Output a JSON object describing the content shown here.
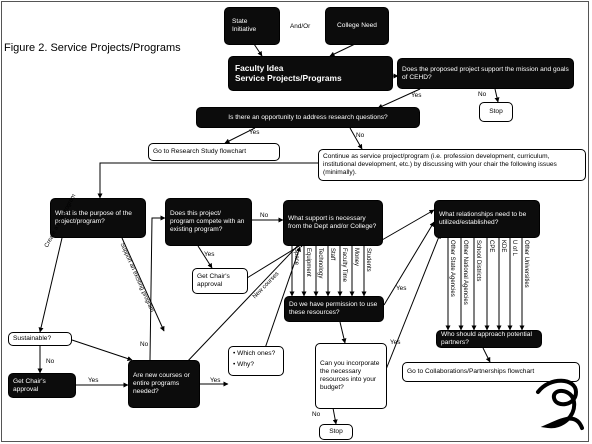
{
  "figure_caption": "Figure 2.  Service Projects/Programs",
  "boxes": {
    "state_initiative": "State Initiative",
    "and_or": "And/Or",
    "college_need": "College Need",
    "faculty_idea_1": "Faculty Idea",
    "faculty_idea_2": "Service Projects/Programs",
    "q_mission": "Does the proposed project  support the mission and goals of CEHD?",
    "stop_top": "Stop",
    "q_research": "Is there an opportunity to address research questions?",
    "research_flowchart": "Go to Research Study flowchart",
    "continue_service": "Continue as service project/program (i.e. profession development, curriculum, institutional development, etc.) by discussing with your chair the following issues (minimally).",
    "q_purpose": "What is the purpose of the project/program?",
    "q_compete": "Does this project/ program compete with an existing program?",
    "chairs_approval_1": "Get Chair's approval",
    "q_support": "What support is necessary from the Dept and/or College?",
    "q_relationships": "What relationships need to be utilized/established?",
    "sustainable": "Sustainable?",
    "q_permission": "Do we have permission to use these resources?",
    "chairs_approval_2": "Get Chair's approval",
    "q_new_courses": "Are new courses or entire programs needed?",
    "which_ones": "Which ones?",
    "why": "Why?",
    "q_incorporate": "Can you incorporate the necessary resources into your budget?",
    "stop_bottom": "Stop",
    "q_who": "Who should approach potential partners?",
    "collab_flowchart": "Go to Collaborations/Partnerships flowchart"
  },
  "resources": [
    "Space",
    "Equipment",
    "Technology",
    "Staff",
    "Faculty Time",
    "Money",
    "Students"
  ],
  "partners": [
    "Other State Agencies",
    "Other National Agencies",
    "School Districts",
    "CPE",
    "KDE",
    "U of L",
    "Other Universities"
  ],
  "edge_labels": {
    "yes_mission": "Yes",
    "no_mission": "No",
    "yes_research": "Yes",
    "no_research": "No",
    "yes_compete": "Yes",
    "no_compete": "No",
    "create_new": "Create a new program",
    "support_existing": "Support an existing program",
    "no_sustainable": "No",
    "yes_chair_courses": "Yes",
    "yes_courses_which": "Yes",
    "no_courses": "No",
    "new_courses": "New courses",
    "yes_permission": "Yes",
    "yes_budget": "Yes",
    "no_budget": "No"
  },
  "colors": {
    "dark_box": "#0c0c0c",
    "light_box": "#ffffff",
    "line": "#000000"
  },
  "decoration": "curl-logo"
}
